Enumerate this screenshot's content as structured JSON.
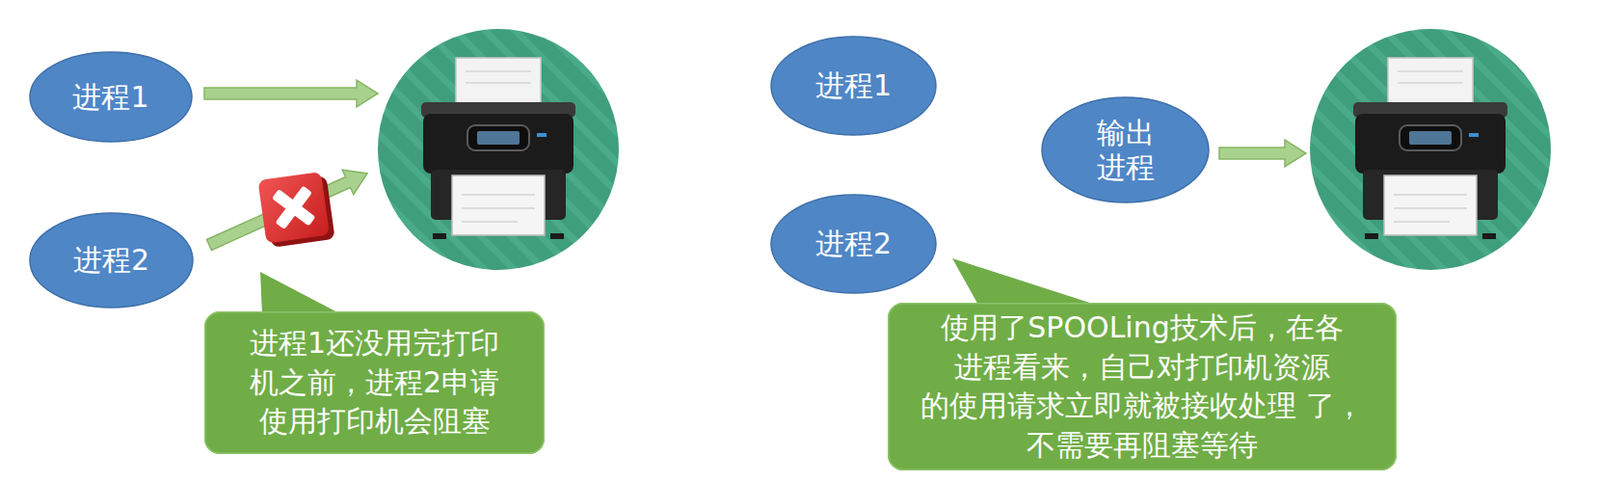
{
  "diagram": {
    "nodes": [
      {
        "text": [
          "进程1"
        ]
      },
      {
        "text": [
          "进程2"
        ]
      },
      {
        "text": [
          "进程1还没用完打印 机之前，进程2申请 使用打印机会阻塞"
        ]
      },
      {
        "text": [
          "进程1"
        ]
      },
      {
        "text": [
          "进程2"
        ]
      },
      {
        "text": [
          "输出 进程"
        ]
      },
      {
        "text": [
          "使用了SPOOLing技术后，在各 进程看来，自己对打印机资源 的使用请求立即就被接收处理 了，不需要再阻塞等待"
        ]
      }
    ]
  }
}
